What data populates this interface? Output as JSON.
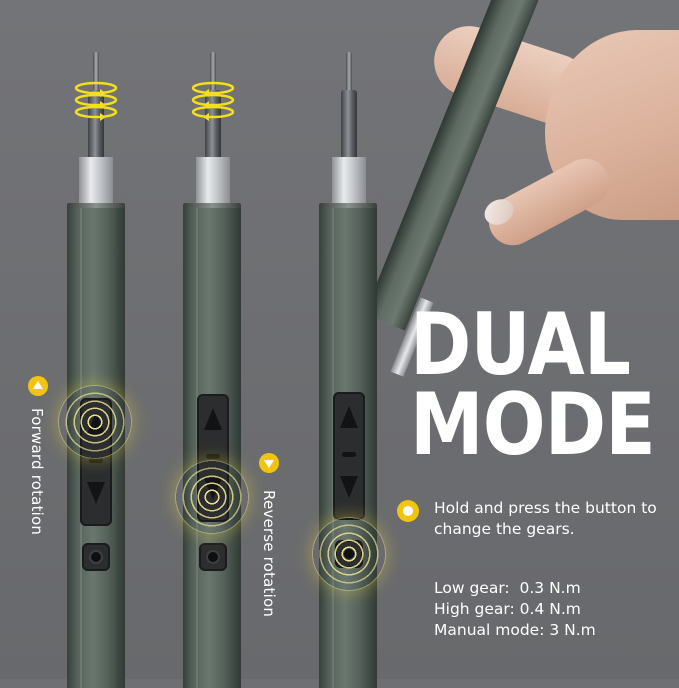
{
  "headline": {
    "line1": "DUAL",
    "line2": "MODE"
  },
  "labels": {
    "forward": "Forward rotation",
    "reverse": "Reverse rotation"
  },
  "description": "Hold and press the button to change the gears.",
  "specs": [
    {
      "text": "Low gear:  0.3 N.m"
    },
    {
      "text": "High gear: 0.4 N.m"
    },
    {
      "text": "Manual mode: 3 N.m"
    }
  ],
  "icons": {
    "forward_badge": "triangle-up-badge",
    "reverse_badge": "triangle-down-badge",
    "info_badge": "dot-badge",
    "rotation_arrows": "rotation-arrows"
  },
  "colors": {
    "background": "#6e6f72",
    "accent_yellow": "#f1c40f",
    "body_green": "#56625b",
    "text": "#ffffff"
  }
}
